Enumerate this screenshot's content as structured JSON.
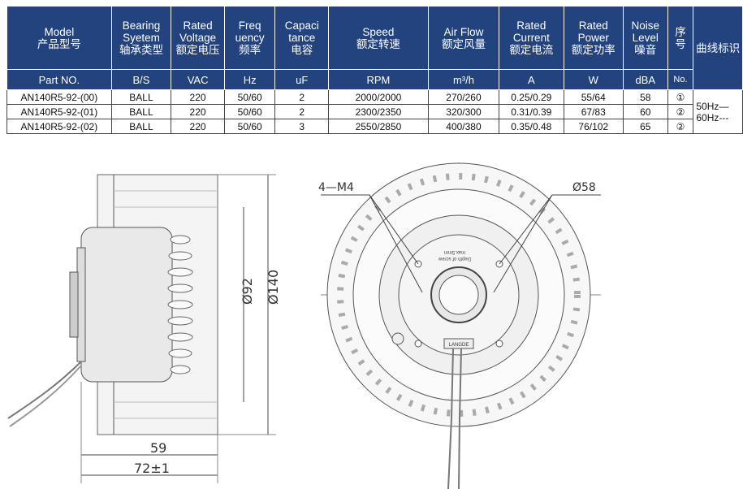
{
  "header": {
    "columns": [
      {
        "en": "Model",
        "cn": "产品型号",
        "unit": "Part NO."
      },
      {
        "en": "Bearing Syetem",
        "cn": "轴承类型",
        "unit": "B/S"
      },
      {
        "en": "Rated Voltage",
        "cn": "额定电压",
        "unit": "VAC"
      },
      {
        "en": "Freq uency",
        "cn": "频率",
        "unit": "Hz"
      },
      {
        "en": "Capaci tance",
        "cn": "电容",
        "unit": "uF"
      },
      {
        "en": "Speed",
        "cn": "额定转速",
        "unit": "RPM"
      },
      {
        "en": "Air Flow",
        "cn": "额定风量",
        "unit": "m³/h"
      },
      {
        "en": "Rated Current",
        "cn": "额定电流",
        "unit": "A"
      },
      {
        "en": "Rated Power",
        "cn": "额定功率",
        "unit": "W"
      },
      {
        "en": "Noise Level",
        "cn": "噪音",
        "unit": "dBA"
      },
      {
        "en": "",
        "cn": "序号",
        "unit": "No."
      },
      {
        "en": "",
        "cn": "曲线标识",
        "unit": ""
      }
    ]
  },
  "rows": [
    {
      "cells": [
        "AN140R5-92-(00)",
        "BALL",
        "220",
        "50/60",
        "2",
        "2000/2000",
        "270/260",
        "0.25/0.29",
        "55/64",
        "58",
        "①"
      ]
    },
    {
      "cells": [
        "AN140R5-92-(01)",
        "BALL",
        "220",
        "50/60",
        "2",
        "2300/2350",
        "320/300",
        "0.31/0.39",
        "67/83",
        "60",
        "②"
      ]
    },
    {
      "cells": [
        "AN140R5-92-(02)",
        "BALL",
        "220",
        "50/60",
        "3",
        "2550/2850",
        "400/380",
        "0.35/0.48",
        "76/102",
        "65",
        "②"
      ]
    }
  ],
  "legend": {
    "line1": "50Hz—",
    "line2": "60Hz---"
  },
  "drawing": {
    "dim_92": "Ø92",
    "dim_140": "Ø140",
    "dim_59": "59",
    "dim_72": "72±1",
    "label_holes": "4—M4",
    "label_58": "Ø58",
    "label_depth1": "Depth of screw",
    "label_depth2": "max.5mm",
    "label_brand": "LANGDE"
  },
  "colors": {
    "header_bg": "#23437e"
  }
}
